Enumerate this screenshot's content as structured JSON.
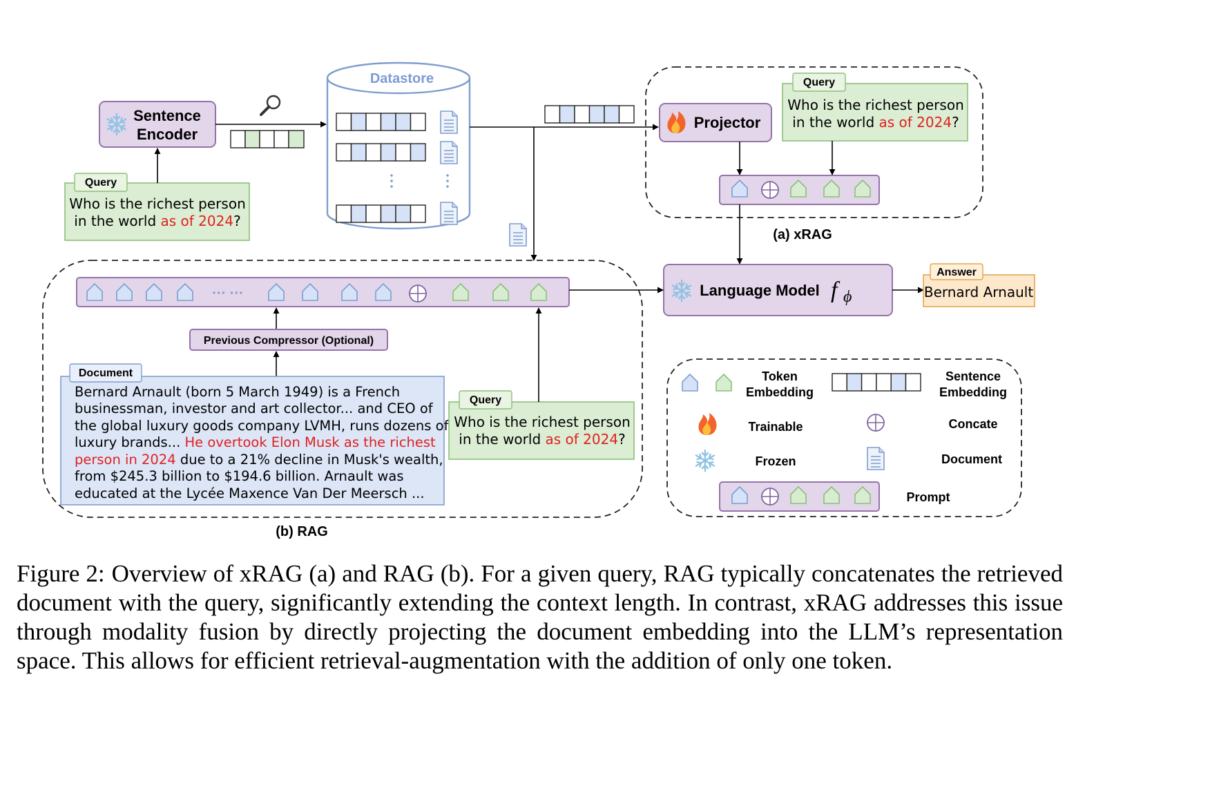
{
  "encoder": {
    "label_line1": "Sentence",
    "label_line2": "Encoder"
  },
  "datastore": {
    "label": "Datastore"
  },
  "projector": {
    "label": "Projector"
  },
  "language_model": {
    "label": "Language Model",
    "symbol": "f",
    "subscript": "ϕ"
  },
  "answer": {
    "tag": "Answer",
    "text": "Bernard Arnault"
  },
  "query": {
    "tag": "Query",
    "line1": "Who is the richest person",
    "line2_prefix": "in the world ",
    "line2_highlight": "as of 2024",
    "line2_suffix": "?"
  },
  "compressor": {
    "label": "Previous Compressor (Optional)"
  },
  "document": {
    "tag": "Document",
    "line1": "Bernard Arnault (born 5 March 1949) is a French",
    "line2": "businessman, investor and art collector... and CEO of",
    "line3": "the global luxury goods company LVMH, runs dozens of",
    "line4_prefix": "luxury brands... ",
    "line4_highlight": "He overtook Elon Musk as the richest",
    "line5_highlight": "person in 2024",
    "line5_suffix": " due to a 21% decline in Musk's wealth,",
    "line6": "from $245.3 billion to $194.6 billion. Arnault was",
    "line7": "educated at the Lycée Maxence Van Der Meersch ..."
  },
  "sections": {
    "xrag": "(a) xRAG",
    "rag": "(b) RAG"
  },
  "rag_prompt_ellipsis": "··· ···",
  "legend": {
    "token_embedding": [
      "Token",
      "Embedding"
    ],
    "sentence_embedding": [
      "Sentence",
      "Embedding"
    ],
    "trainable": "Trainable",
    "concate": "Concate",
    "frozen": "Frozen",
    "document": "Document",
    "prompt": "Prompt"
  },
  "caption": {
    "label": "Figure 2:",
    "text": "Overview of xRAG (a) and RAG (b). For a given query, RAG typically concatenates the retrieved document with the query, significantly extending the context length. In contrast, xRAG addresses this issue through modality fusion by directly projecting the document embedding into the LLM’s representation space. This allows for efficient retrieval-augmentation with the addition of only one token."
  },
  "colors": {
    "module_fill": "#e3d5ea",
    "module_stroke": "#9473a8",
    "query_fill": "#dbedd3",
    "query_stroke": "#8cbf79",
    "doc_fill": "#dce6f7",
    "doc_stroke": "#7f9dcf",
    "answer_fill": "#fde8cc",
    "answer_stroke": "#e2a64f",
    "highlight_red": "#e02020",
    "datastore_label": "#7d9bd4",
    "embedding_blue": "#d6e2f7",
    "embedding_green": "#d8ecd2"
  },
  "icons": [
    "magnifier-icon",
    "snowflake-icon",
    "flame-icon",
    "document-icon",
    "concat-plus-icon",
    "token-house-icon"
  ]
}
